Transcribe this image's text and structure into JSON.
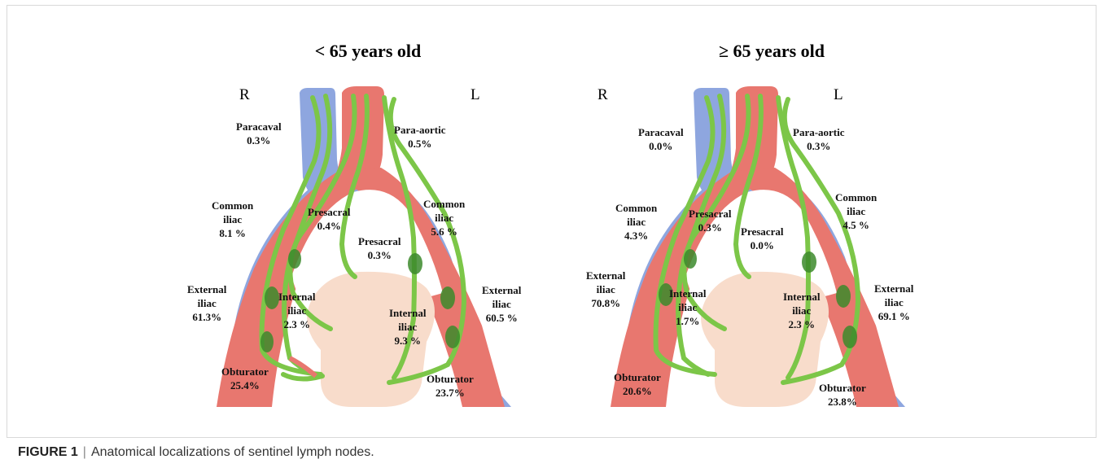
{
  "caption": {
    "figure": "FIGURE 1",
    "separator": "|",
    "text": "Anatomical localizations of sentinel lymph nodes."
  },
  "colors": {
    "artery": "#e8776f",
    "vein": "#8ea6df",
    "lymph": "#7cc648",
    "node": "#3c8a2c",
    "bladder": "#f8dccb"
  },
  "panels": [
    {
      "title": "< 65 years old",
      "side_right": "R",
      "side_left": "L",
      "labels": {
        "paracaval": {
          "name": "Paracaval",
          "value": "0.3%"
        },
        "para_aortic": {
          "name": "Para-aortic",
          "value": "0.5%"
        },
        "common_iliac_r": {
          "name1": "Common",
          "name2": "iliac",
          "value": "8.1 %"
        },
        "common_iliac_l": {
          "name1": "Common",
          "name2": "iliac",
          "value": "5.6 %"
        },
        "presacral_1": {
          "name": "Presacral",
          "value": "0.4%"
        },
        "presacral_2": {
          "name": "Presacral",
          "value": "0.3%"
        },
        "external_iliac_r": {
          "name1": "External",
          "name2": "iliac",
          "value": "61.3%"
        },
        "external_iliac_l": {
          "name1": "External",
          "name2": "iliac",
          "value": "60.5 %"
        },
        "internal_iliac_r": {
          "name1": "Internal",
          "name2": "iliac",
          "value": "2.3 %"
        },
        "internal_iliac_l": {
          "name1": "Internal",
          "name2": "iliac",
          "value": "9.3 %"
        },
        "obturator_r": {
          "name": "Obturator",
          "value": "25.4%"
        },
        "obturator_l": {
          "name": "Obturator",
          "value": "23.7%"
        }
      }
    },
    {
      "title": "≥ 65 years old",
      "side_right": "R",
      "side_left": "L",
      "labels": {
        "paracaval": {
          "name": "Paracaval",
          "value": "0.0%"
        },
        "para_aortic": {
          "name": "Para-aortic",
          "value": "0.3%"
        },
        "common_iliac_r": {
          "name1": "Common",
          "name2": "iliac",
          "value": "4.3%"
        },
        "common_iliac_l": {
          "name1": "Common",
          "name2": "iliac",
          "value": "4.5 %"
        },
        "presacral_1": {
          "name": "Presacral",
          "value": "0.3%"
        },
        "presacral_2": {
          "name": "Presacral",
          "value": "0.0%"
        },
        "external_iliac_r": {
          "name1": "External",
          "name2": "iliac",
          "value": "70.8%"
        },
        "external_iliac_l": {
          "name1": "External",
          "name2": "iliac",
          "value": "69.1 %"
        },
        "internal_iliac_r": {
          "name1": "Internal",
          "name2": "iliac",
          "value": "1.7%"
        },
        "internal_iliac_l": {
          "name1": "Internal",
          "name2": "iliac",
          "value": "2.3 %"
        },
        "obturator_r": {
          "name": "Obturator",
          "value": "20.6%"
        },
        "obturator_l": {
          "name": "Obturator",
          "value": "23.8%"
        }
      }
    }
  ]
}
